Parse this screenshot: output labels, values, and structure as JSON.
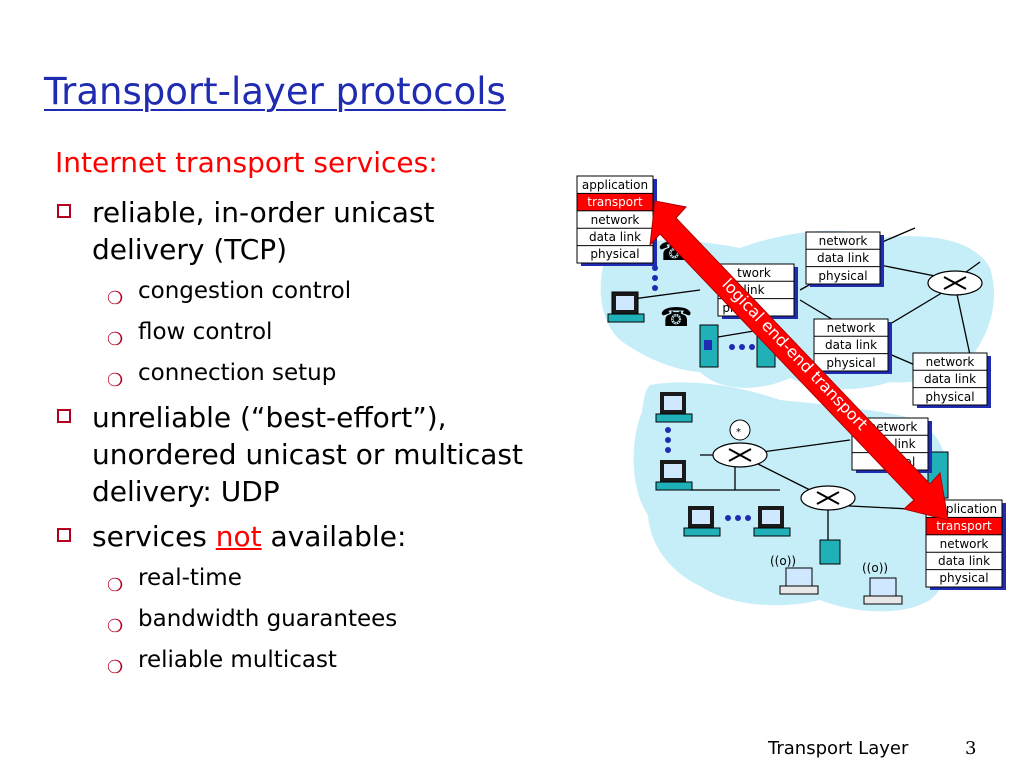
{
  "slide": {
    "title": "Transport-layer protocols",
    "subtitle": "Internet transport services:",
    "bullets": [
      {
        "text": "reliable, in-order unicast delivery (TCP)",
        "subs": [
          "congestion control",
          "flow control",
          "connection setup"
        ]
      },
      {
        "text": "unreliable (“best-effort”), unordered unicast or multicast delivery: UDP",
        "subs": []
      },
      {
        "text_before": "services ",
        "highlight": "not",
        "text_after": " available:",
        "subs": [
          "real-time",
          "bandwidth guarantees",
          "reliable multicast"
        ]
      }
    ],
    "footer": "Transport Layer",
    "page": "3"
  },
  "diagram": {
    "arrow_label": "logical end-end transport",
    "stacks": {
      "host_full": [
        "application",
        "transport",
        "network",
        "data link",
        "physical"
      ],
      "router": [
        "network",
        "data link",
        "physical"
      ],
      "router_partial_1": [
        "twork",
        "link",
        "ph"
      ],
      "router_partial_2": [
        "network",
        "ta link",
        "ical"
      ]
    },
    "colors": {
      "title": "#1f2bb0",
      "subhead": "#ff0000",
      "bullet_marker": "#b4001e",
      "transport_layer": "#ff0000",
      "arrow": "#ff0000",
      "network_cloud": "#c6eef8",
      "stack_shadow": "#1f2bb0",
      "device_body": "#20b0b8"
    }
  }
}
